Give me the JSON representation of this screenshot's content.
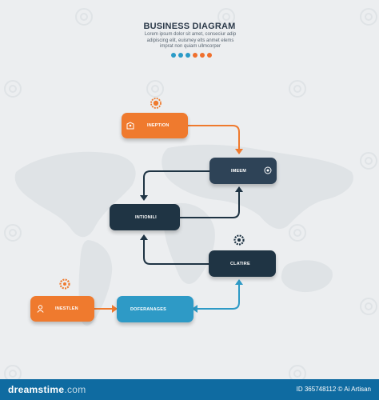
{
  "header": {
    "title": "BUSINESS DIAGRAM",
    "subtitle": "Lorem ipsum dolor sit amet, conseciur adip adipiscing elit, euismey elts anmet elems imprat non quiam ullmcorper"
  },
  "dots_colors": [
    "#2b9bc7",
    "#2b9bc7",
    "#2b9bc7",
    "#ef6f2d",
    "#ef6f2d",
    "#ef6f2d"
  ],
  "steps": [
    {
      "label": "INEPTION",
      "color": "#ef7a2e",
      "icon": "tag-icon"
    },
    {
      "label": "IMEEM",
      "color": "#2e4357",
      "icon": "target-icon"
    },
    {
      "label": "INTIONILI",
      "color": "#1f3444",
      "icon": ""
    },
    {
      "label": "CLATIRE",
      "color": "#1f3444",
      "icon": "gear-icon"
    },
    {
      "label": "DOFERANAGES",
      "color": "#2e9ac6",
      "icon": ""
    },
    {
      "label": "INESTLEN",
      "color": "#ef7a2e",
      "icon": "user-icon"
    }
  ],
  "footer": {
    "brand_main": "dreamstime",
    "brand_suffix": ".com",
    "id_text": "ID 365748112 © Ai Artisan"
  }
}
